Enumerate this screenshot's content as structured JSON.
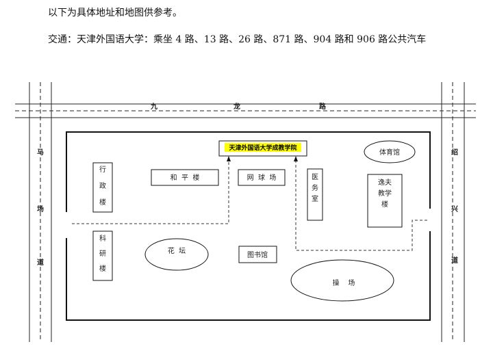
{
  "intro_text": "以下为具体地址和地图供参考。",
  "transport_text": "交通：天津外国语大学：乘坐 4 路、13 路、26 路、871 路、904 路和 906 路公共汽车",
  "roads": {
    "top": [
      "九",
      "龙",
      "路"
    ],
    "left": [
      "马",
      "场",
      "道"
    ],
    "right": [
      "绍",
      "兴",
      "道"
    ]
  },
  "buildings": {
    "target": "天津外国语大学成教学院",
    "admin": [
      "行",
      "政",
      "楼"
    ],
    "heping": "和  平  楼",
    "tennis": "网  球  场",
    "clinic": [
      "医",
      "务",
      "室"
    ],
    "gym": "体育馆",
    "yifu": [
      "逸夫",
      "教学",
      "楼"
    ],
    "research": [
      "科",
      "研",
      "楼"
    ],
    "garden": "花  坛",
    "library": "图书馆",
    "playground": "操    场"
  },
  "colors": {
    "target_highlight": "#ffff00",
    "lines": "#222222"
  }
}
